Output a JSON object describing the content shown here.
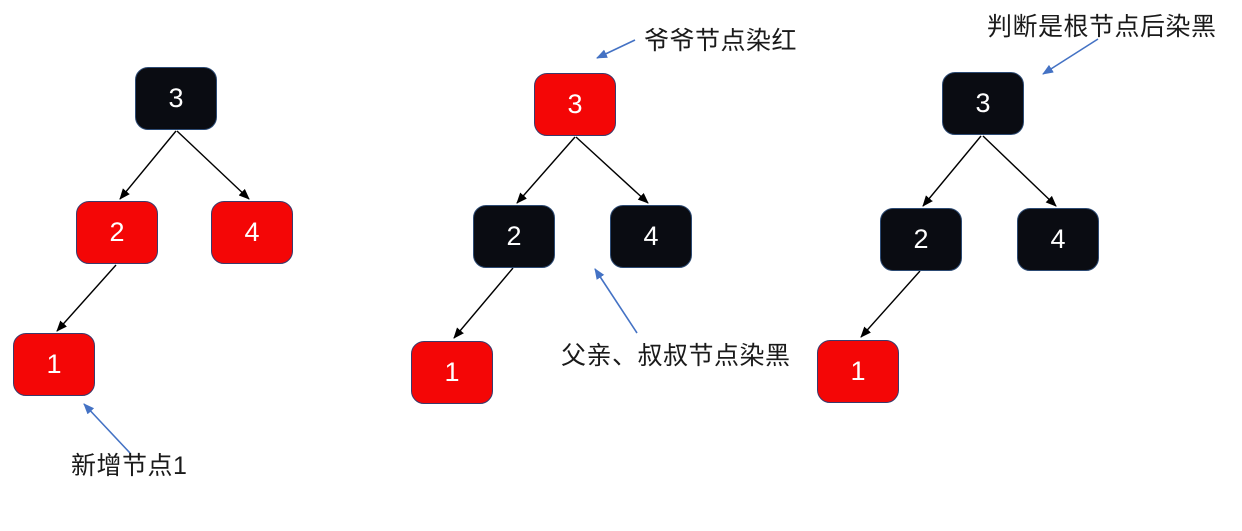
{
  "colors": {
    "background": "#ffffff",
    "red_node": "#f40606",
    "black_node": "#0a0c12",
    "node_text": "#ffffff",
    "edge": "#000000",
    "annotation_arrow": "#4472c4",
    "annotation_text": "#1a1a1a"
  },
  "trees": [
    {
      "name": "step-1-insert",
      "nodes": [
        {
          "label": "3",
          "color": "black"
        },
        {
          "label": "2",
          "color": "red"
        },
        {
          "label": "4",
          "color": "red"
        },
        {
          "label": "1",
          "color": "red"
        }
      ],
      "edges": [
        "3-2",
        "3-4",
        "2-1"
      ]
    },
    {
      "name": "step-2-recolor",
      "nodes": [
        {
          "label": "3",
          "color": "red"
        },
        {
          "label": "2",
          "color": "black"
        },
        {
          "label": "4",
          "color": "black"
        },
        {
          "label": "1",
          "color": "red"
        }
      ],
      "edges": [
        "3-2",
        "3-4",
        "2-1"
      ]
    },
    {
      "name": "step-3-root-black",
      "nodes": [
        {
          "label": "3",
          "color": "black"
        },
        {
          "label": "2",
          "color": "black"
        },
        {
          "label": "4",
          "color": "black"
        },
        {
          "label": "1",
          "color": "red"
        }
      ],
      "edges": [
        "3-2",
        "3-4",
        "2-1"
      ]
    }
  ],
  "annotations": [
    {
      "text": "新增节点1"
    },
    {
      "text": "爷爷节点染红"
    },
    {
      "text": "父亲、叔叔节点染黑"
    },
    {
      "text": "判断是根节点后染黑"
    }
  ]
}
